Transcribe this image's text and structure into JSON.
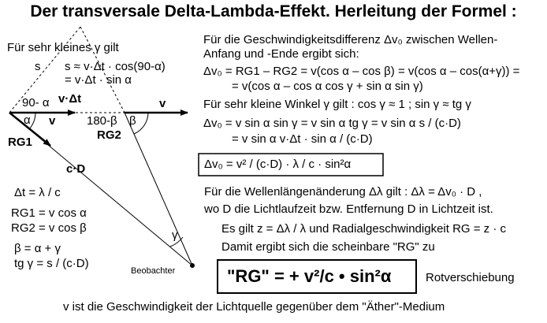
{
  "title": "Der transversale Delta-Lambda-Effekt.  Herleitung der Formel :",
  "diagram": {
    "note_small_gamma": "Für sehr kleines γ gilt",
    "label_s": "s",
    "approx_1": "s ≈ v·Δt · cos(90-α)",
    "approx_2": "= v·Δt · sin α",
    "angle_90": "90- α",
    "vdt": "v·Δt",
    "alpha": "α",
    "v_small": "v",
    "angle_180": "180-β",
    "beta": "β",
    "v_right": "v",
    "rg1": "RG1",
    "rg2": "RG2",
    "cd": "c·D",
    "gamma": "γ",
    "beobachter": "Beobachter"
  },
  "left_formulas": {
    "dt": "Δt = λ / c",
    "rg1": "RG1 = v  cos  α",
    "rg2": "RG2 = v  cos  β",
    "beta_eq": "β = α + γ",
    "tg_eq": "tg γ = s / (c·D)"
  },
  "right_text": {
    "l1": "Für die Geschwindigkeitsdifferenz  Δv₀  zwischen Wellen-",
    "l2": "Anfang und -Ende ergibt sich:",
    "l3": "Δv₀ = RG1 – RG2 = v(cos α – cos β) = v(cos α – cos(α+γ)) =",
    "l4": "= v(cos α – cos α cos γ + sin α sin γ)",
    "l5": "Für sehr kleine Winkel γ  gilt :   cos γ ≈ 1  ;  sin γ ≈ tg γ",
    "l6": "Δv₀ = v  sin α sin γ  =  v  sin α  tg γ = v  sin α   s / (c·D)",
    "l7": "= v  sin α   v·Δt · sin α / (c·D)",
    "boxed": "Δv₀ = v² / (c·D) · λ / c  · sin²α",
    "l8": "Für die Wellenlängenänderung  Δλ gilt :  Δλ = Δv₀ · D ,",
    "l9": "wo D die Lichtlaufzeit bzw. Entfernung D in Lichtzeit ist.",
    "l10": "Es gilt  z = Δλ / λ  und  Radialgeschwindigkeit   RG = z · c",
    "l11": "Damit ergibt sich die scheinbare \"RG\" zu",
    "rg_formula": "\"RG\"  =  + v²/c • sin²α",
    "rotverschiebung": "Rotverschiebung"
  },
  "footer": "v ist die Geschwindigkeit der Lichtquelle gegenüber dem \"Äther\"-Medium"
}
